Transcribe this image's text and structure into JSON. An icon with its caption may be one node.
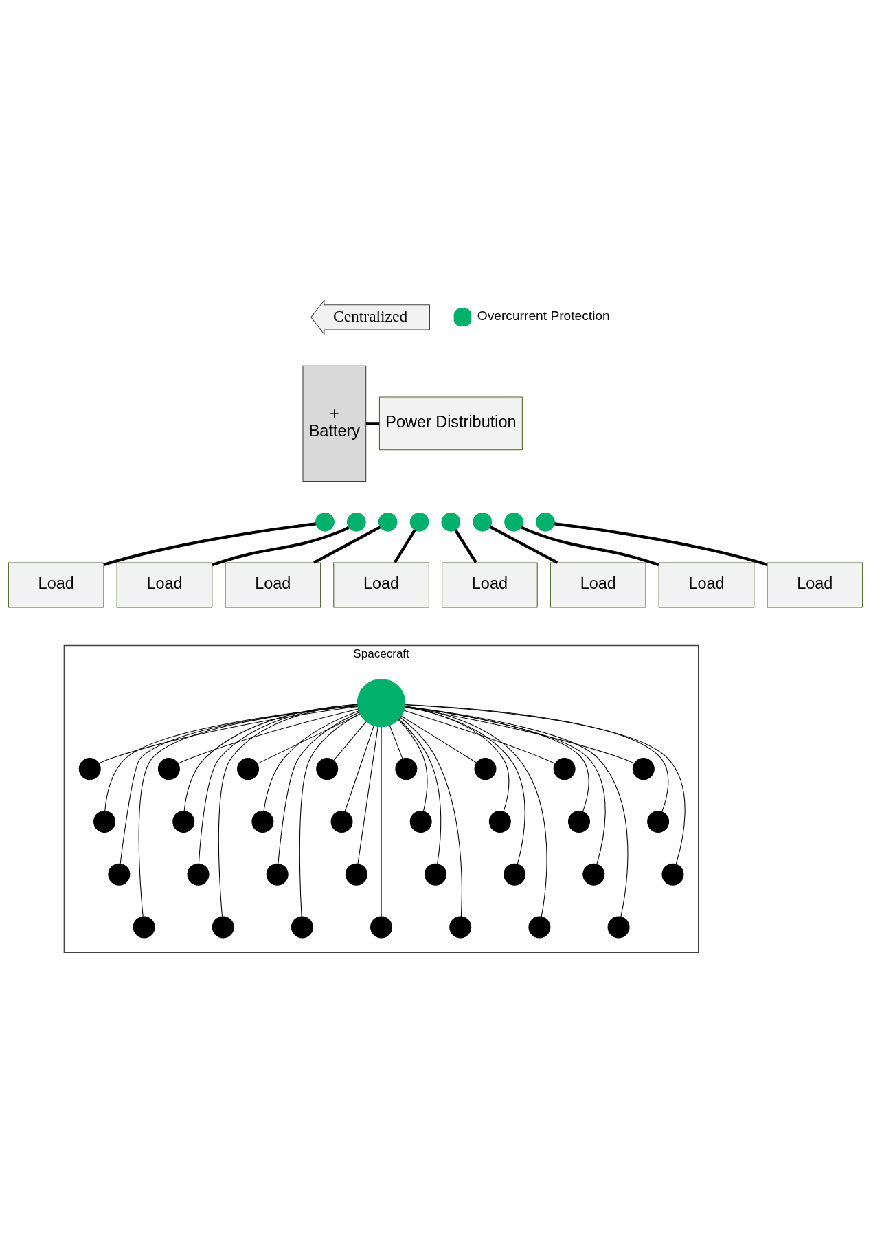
{
  "diagram": {
    "nodes": [
      {
        "text": [
          "Centralized"
        ]
      },
      {
        "text": [
          "Power Distribution"
        ]
      },
      {
        "text": [],
        "shape": "circle"
      },
      {
        "text": [],
        "shape": "circle"
      },
      {
        "text": [],
        "shape": "circle"
      },
      {
        "text": [],
        "shape": "circle"
      },
      {
        "text": [],
        "shape": "circle"
      },
      {
        "text": [],
        "shape": "circle"
      },
      {
        "text": [],
        "shape": "circle"
      },
      {
        "text": [],
        "shape": "circle"
      },
      {
        "text": [
          "+",
          "Battery"
        ]
      },
      {
        "text": [
          "Load"
        ]
      },
      {
        "text": [
          "Load"
        ]
      },
      {
        "text": [
          "Load"
        ]
      },
      {
        "text": [
          "Load"
        ]
      },
      {
        "text": [
          "Load"
        ]
      },
      {
        "text": [
          "Load"
        ]
      },
      {
        "text": [
          "Load"
        ]
      },
      {
        "text": [
          "Load"
        ]
      },
      {
        "text": [
          "Spacecraft"
        ]
      },
      {
        "text": [],
        "shape": "circle",
        "in": 19
      },
      {
        "text": [],
        "shape": "circle",
        "in": 19
      },
      {
        "text": [],
        "shape": "circle",
        "in": 19
      },
      {
        "text": [],
        "shape": "circle",
        "in": 19
      },
      {
        "text": [],
        "shape": "circle",
        "in": 19
      },
      {
        "text": [],
        "shape": "circle",
        "in": 19
      },
      {
        "text": [],
        "shape": "circle",
        "in": 19
      },
      {
        "text": [],
        "shape": "circle",
        "in": 19
      },
      {
        "text": [],
        "shape": "circle",
        "in": 19
      },
      {
        "text": [],
        "shape": "circle",
        "in": 19
      },
      {
        "text": [],
        "shape": "circle",
        "in": 19
      },
      {
        "text": [],
        "shape": "circle",
        "in": 19
      },
      {
        "text": [],
        "shape": "circle",
        "in": 19
      },
      {
        "text": [],
        "shape": "circle",
        "in": 19
      },
      {
        "text": [],
        "shape": "circle",
        "in": 19
      },
      {
        "text": [],
        "shape": "circle",
        "in": 19
      },
      {
        "text": [],
        "shape": "circle",
        "in": 19
      },
      {
        "text": [],
        "shape": "circle",
        "in": 19
      },
      {
        "text": [],
        "shape": "circle",
        "in": 19
      },
      {
        "text": [],
        "shape": "circle",
        "in": 19
      },
      {
        "text": [],
        "shape": "circle",
        "in": 19
      },
      {
        "text": [],
        "shape": "circle",
        "in": 19
      },
      {
        "text": [],
        "shape": "circle",
        "in": 19
      },
      {
        "text": [],
        "shape": "circle",
        "in": 19
      },
      {
        "text": [],
        "shape": "circle",
        "in": 19
      },
      {
        "text": [],
        "shape": "circle",
        "in": 19
      },
      {
        "text": [],
        "shape": "circle",
        "in": 19
      },
      {
        "text": [],
        "shape": "circle",
        "in": 19
      },
      {
        "text": [],
        "shape": "circle",
        "in": 19
      },
      {
        "text": [],
        "shape": "circle",
        "in": 19
      },
      {
        "text": [],
        "shape": "circle",
        "in": 19
      },
      {
        "text": [],
        "shape": "circle",
        "in": 19
      }
    ],
    "edges": [
      {
        "from": 10,
        "to": 1,
        "arrow": "none",
        "style": "thick"
      },
      {
        "from": 2,
        "to": 11,
        "arrow": "none",
        "style": "thick"
      },
      {
        "from": 3,
        "to": 12,
        "arrow": "none",
        "style": "thick"
      },
      {
        "from": 4,
        "to": 13,
        "arrow": "none",
        "style": "thick"
      },
      {
        "from": 5,
        "to": 14,
        "arrow": "none",
        "style": "thick"
      },
      {
        "from": 6,
        "to": 15,
        "arrow": "none",
        "style": "thick"
      },
      {
        "from": 7,
        "to": 18,
        "arrow": "none",
        "style": "thick"
      },
      {
        "from": 8,
        "to": 17,
        "arrow": "none",
        "style": "thick"
      },
      {
        "from": 9,
        "to": 16,
        "arrow": "none",
        "style": "thick"
      },
      {
        "from": 20,
        "to": 21,
        "arrow": "none"
      },
      {
        "from": 20,
        "to": 22,
        "arrow": "none"
      },
      {
        "from": 20,
        "to": 23,
        "arrow": "none"
      },
      {
        "from": 20,
        "to": 24,
        "arrow": "none"
      },
      {
        "from": 20,
        "to": 25,
        "arrow": "none"
      },
      {
        "from": 20,
        "to": 26,
        "arrow": "none"
      },
      {
        "from": 20,
        "to": 27,
        "arrow": "none"
      },
      {
        "from": 20,
        "to": 28,
        "arrow": "none"
      },
      {
        "from": 20,
        "to": 29,
        "arrow": "none"
      },
      {
        "from": 20,
        "to": 30,
        "arrow": "none"
      },
      {
        "from": 20,
        "to": 31,
        "arrow": "none"
      },
      {
        "from": 20,
        "to": 32,
        "arrow": "none"
      },
      {
        "from": 20,
        "to": 33,
        "arrow": "none"
      },
      {
        "from": 20,
        "to": 34,
        "arrow": "none"
      },
      {
        "from": 20,
        "to": 35,
        "arrow": "none"
      },
      {
        "from": 20,
        "to": 36,
        "arrow": "none"
      },
      {
        "from": 20,
        "to": 37,
        "arrow": "none"
      },
      {
        "from": 20,
        "to": 38,
        "arrow": "none"
      },
      {
        "from": 20,
        "to": 39,
        "arrow": "none"
      },
      {
        "from": 20,
        "to": 40,
        "arrow": "none"
      },
      {
        "from": 20,
        "to": 41,
        "arrow": "none"
      },
      {
        "from": 20,
        "to": 42,
        "arrow": "none"
      },
      {
        "from": 20,
        "to": 43,
        "arrow": "none"
      },
      {
        "from": 20,
        "to": 44,
        "arrow": "none"
      },
      {
        "from": 20,
        "to": 45,
        "arrow": "none"
      },
      {
        "from": 20,
        "to": 46,
        "arrow": "none"
      },
      {
        "from": 20,
        "to": 47,
        "arrow": "none"
      },
      {
        "from": 20,
        "to": 48,
        "arrow": "none"
      },
      {
        "from": 20,
        "to": 49,
        "arrow": "none"
      },
      {
        "from": 20,
        "to": 50,
        "arrow": "none"
      },
      {
        "from": 20,
        "to": 51,
        "arrow": "none"
      }
    ],
    "legend": [
      {
        "text": "Overcurrent Protection",
        "color": "#00b06b"
      }
    ]
  }
}
